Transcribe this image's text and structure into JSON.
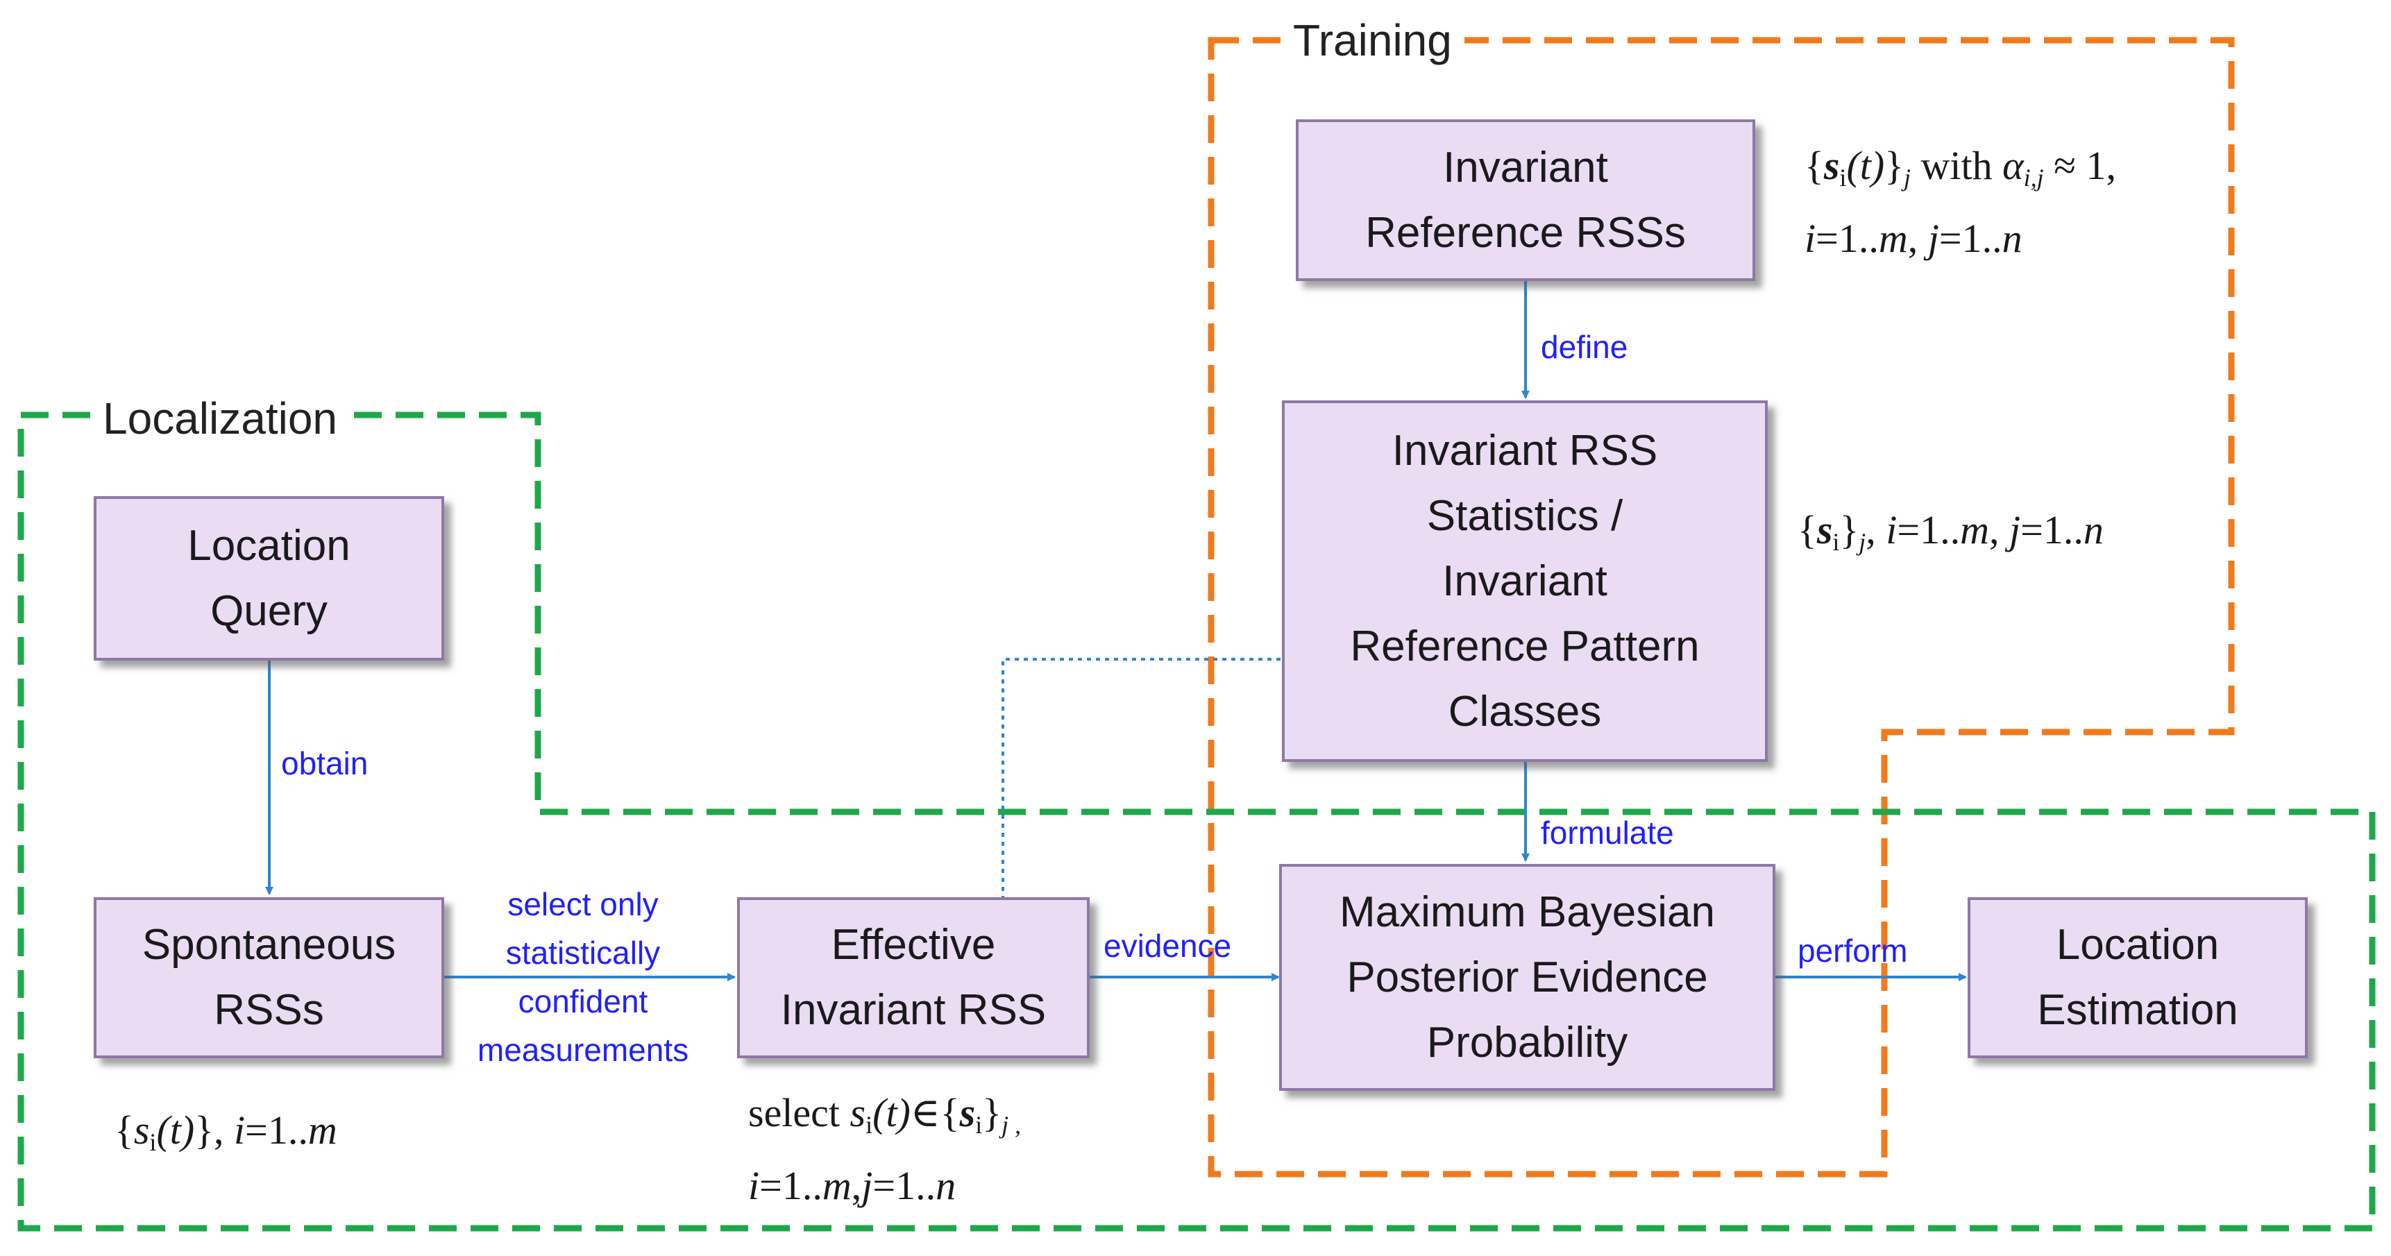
{
  "colors": {
    "training_region": "#f07a1c",
    "localization_region": "#1ea84a",
    "node_fill": "#e9dcf3",
    "node_border": "#8e78a6",
    "edge": "#2e86d0",
    "edge_label": "#2020ff"
  },
  "regions": {
    "training": "Training",
    "localization": "Localization"
  },
  "nodes": {
    "location_query": "Location\nQuery",
    "spontaneous_rss": "Spontaneous\nRSSs",
    "effective_rss": "Effective\nInvariant RSS",
    "invariant_ref_rss": "Invariant\nReference RSSs",
    "statistics": "Invariant RSS\nStatistics /\nInvariant\nReference Pattern\nClasses",
    "bayesian": "Maximum Bayesian\nPosterior Evidence\nProbability",
    "location_estimation": "Location\nEstimation"
  },
  "edges": {
    "obtain": "obtain",
    "select_only": "select only\nstatistically\nconfident\nmeasurements",
    "define": "define",
    "formulate": "formulate",
    "evidence": "evidence",
    "perform": "perform"
  },
  "annotations": {
    "ref_rss_set": {
      "brace_open": "{",
      "s": "s",
      "sub_i": "i",
      "t": "(t)",
      "brace_close": "}",
      "sub_j": "j",
      "with": " with ",
      "alpha": "α",
      "sub_ij": "i,j",
      "approx": " ≈ 1,",
      "i_range": "i",
      "eq1": "=1..",
      "m": "m",
      "comma": ", ",
      "j_range": "j",
      "eq2": "=1..",
      "n": "n"
    },
    "stat_set": {
      "brace_open": "{",
      "s": "s",
      "sub_i": "i",
      "brace_close": "}",
      "sub_j": "j",
      "sep": ",  ",
      "i_range": "i",
      "eq1": "=1..",
      "m": "m",
      "comma": ", ",
      "j_range": "j",
      "eq2": "=1..",
      "n": "n"
    },
    "spont_set": {
      "brace_open": "{",
      "s": "s",
      "sub_i": "i",
      "t": "(t)",
      "brace_close": "}",
      "sep": ",  ",
      "i_range": "i",
      "eq1": "=1..",
      "m": "m"
    },
    "effective_select": {
      "select": "select ",
      "s": "s",
      "sub_i": "i",
      "t": "(t)",
      "elem": "∈{",
      "s2": "s",
      "sub_i2": "i",
      "brace_close": "}",
      "sub_j": "j ,",
      "i_range": "i",
      "eq1": "=1..",
      "m": "m",
      "comma": ",",
      "j_range": "j",
      "eq2": "=1..",
      "n": "n"
    }
  }
}
